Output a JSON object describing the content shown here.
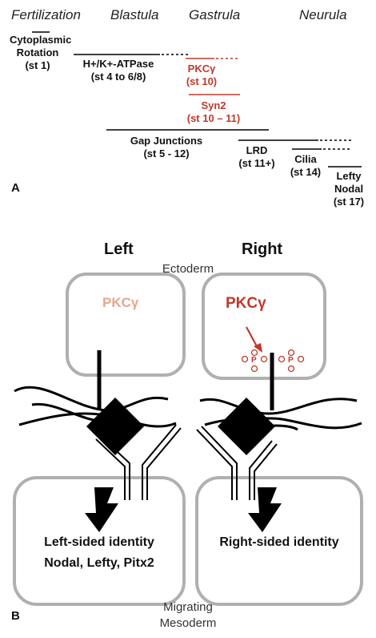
{
  "panel_a": {
    "label": "A",
    "stages": [
      "Fertilization",
      "Blastula",
      "Gastrula",
      "Neurula"
    ],
    "events": {
      "cytoplasmic_rotation": [
        "Cytoplasmic",
        "Rotation",
        "(st 1)"
      ],
      "atpase": [
        "H+/K+-ATPase",
        "(st 4 to 6/8)"
      ],
      "pkc": [
        "PKCγ",
        "(st 10)"
      ],
      "syn2": [
        "Syn2",
        "(st 10 – 11)"
      ],
      "gap_junctions": [
        "Gap Junctions",
        "(st 5 - 12)"
      ],
      "lrd": [
        "LRD",
        "(st 11+)"
      ],
      "cilia": [
        "Cilia",
        "(st 14)"
      ],
      "lefty_nodal": [
        "Lefty",
        "Nodal",
        "(st 17)"
      ]
    }
  },
  "panel_b": {
    "label": "B",
    "left_title": "Left",
    "right_title": "Right",
    "ectoderm": "Ectoderm",
    "mesoderm": [
      "Migrating",
      "Mesoderm"
    ],
    "pkc_left": "PKCγ",
    "pkc_right": "PKCγ",
    "left_identity": [
      "Left-sided identity",
      "Nodal, Lefty, Pitx2"
    ],
    "right_identity": "Right-sided identity"
  },
  "colors": {
    "red": "#c0392b",
    "faded_red": "#e8a58f",
    "gray_outline": "#b0b0b0",
    "black": "#000000"
  }
}
